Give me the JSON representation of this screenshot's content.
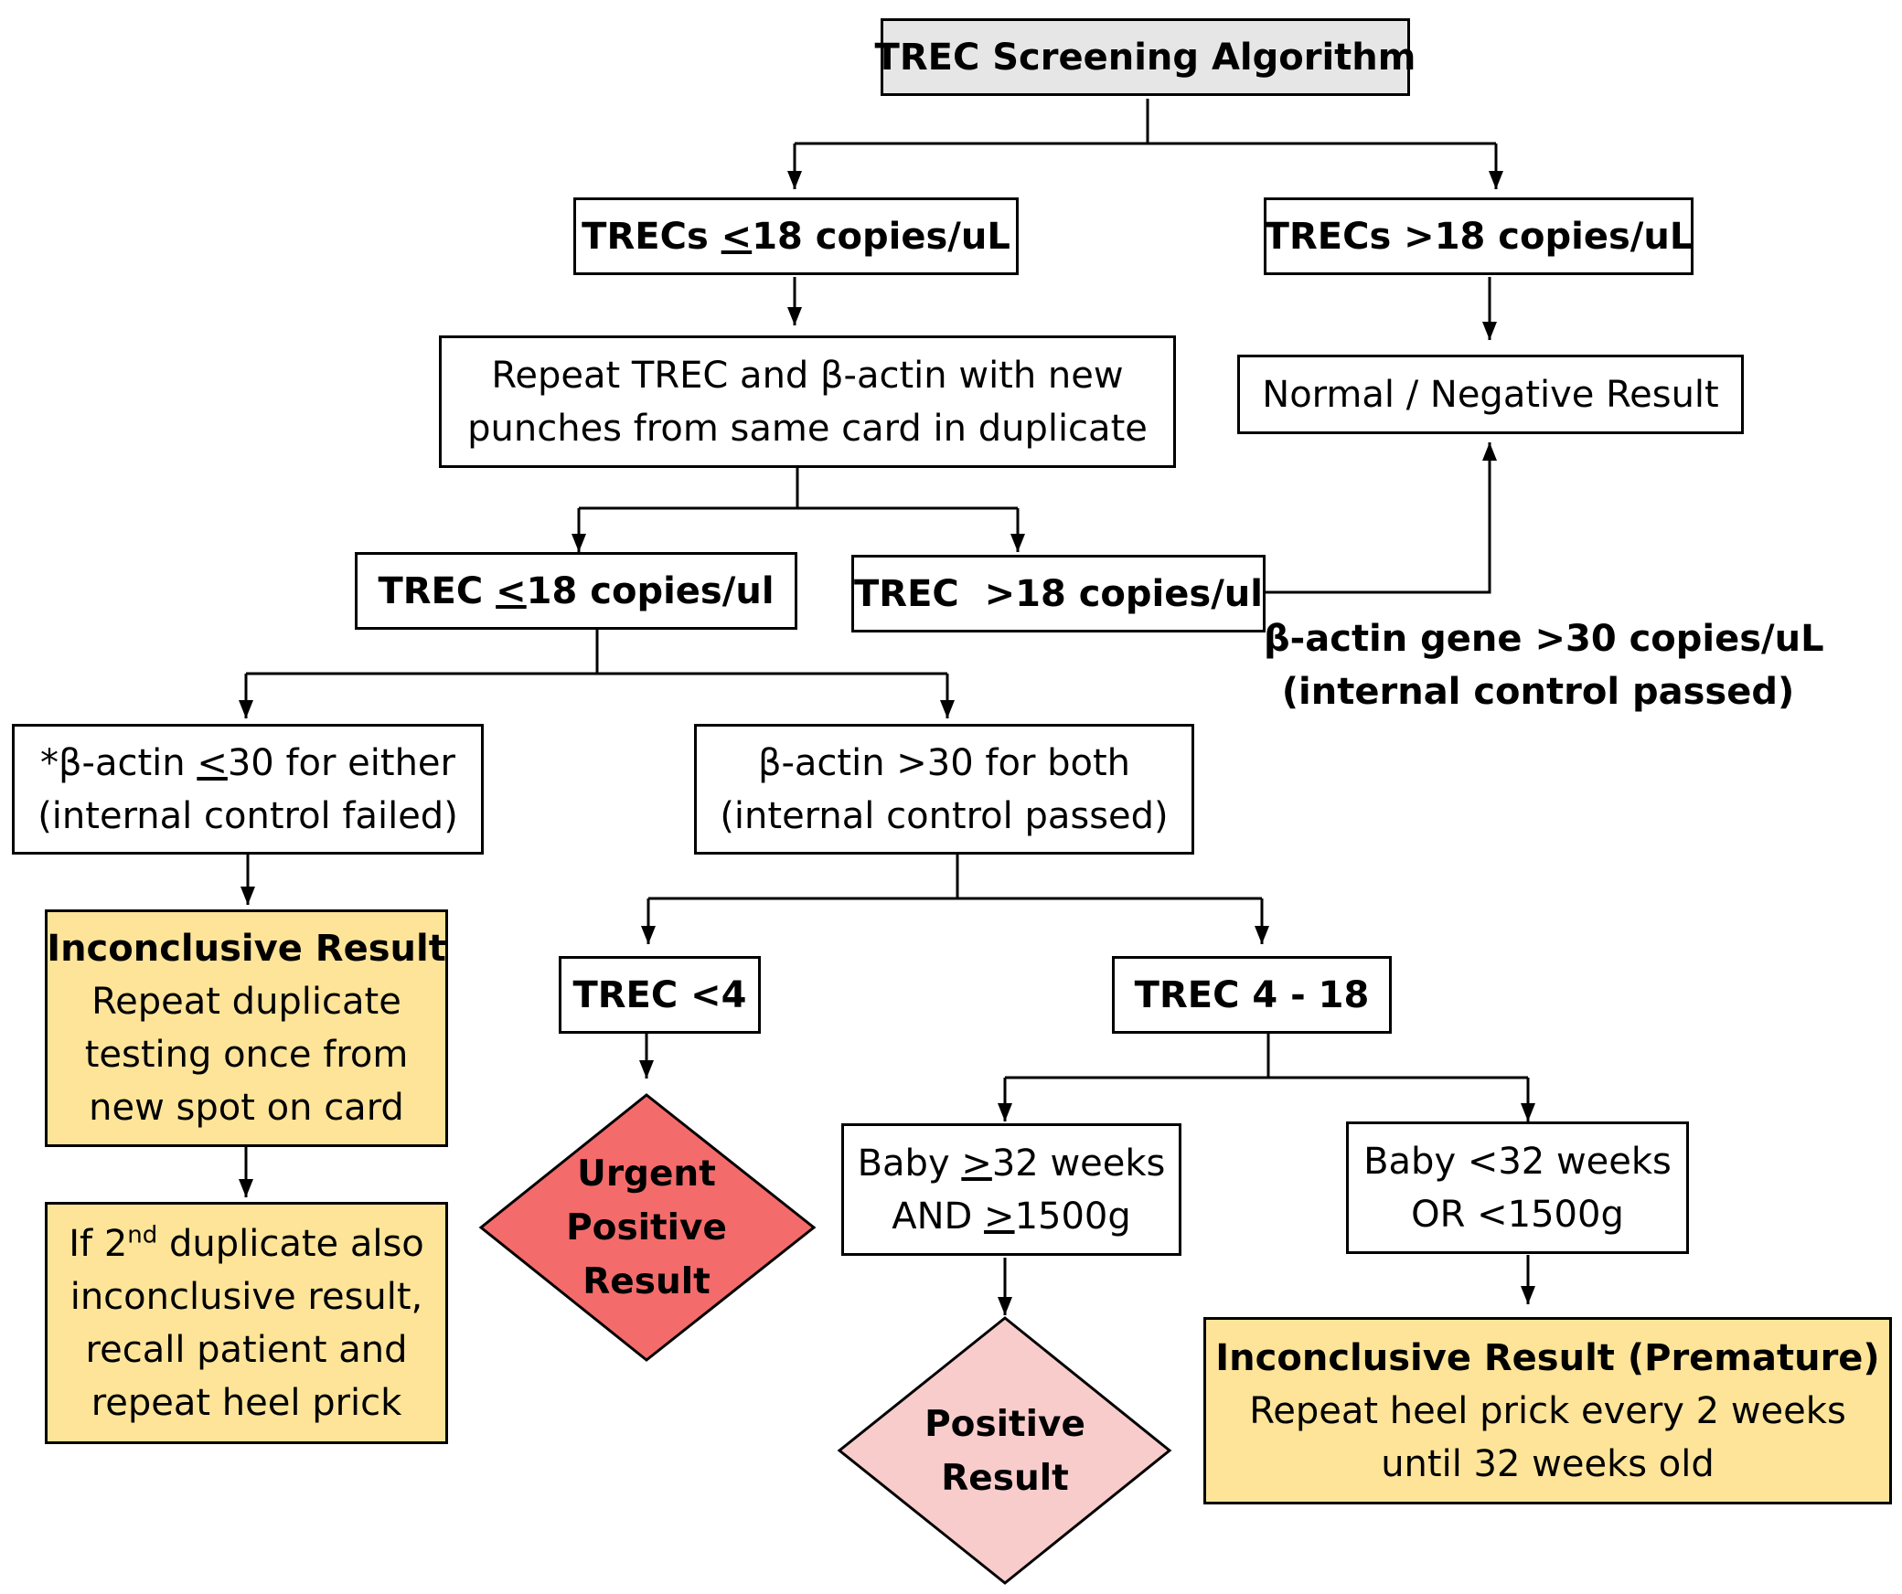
{
  "colors": {
    "title_fill": "#e6e6e6",
    "inconclusive_fill": "#fde499",
    "urgent_fill": "#f46b6b",
    "positive_fill": "#f9cccc",
    "line": "#000000"
  },
  "title": "TREC Screening Algorithm",
  "nodes": {
    "trecs_low": {
      "pre": "TRECs ",
      "sym": "<",
      "post": "18 copies/uL"
    },
    "trecs_high": "TRECs >18 copies/uL",
    "repeat": {
      "line1": "Repeat TREC and β-actin with new",
      "line2": "punches from same card in duplicate"
    },
    "normal": "Normal / Negative Result",
    "trec_low2": {
      "pre": "TREC ",
      "sym": "<",
      "post": "18 copies/ul"
    },
    "trec_high2": "TREC  >18 copies/ul",
    "control_passed_note": {
      "line1": "β-actin gene >30 copies/uL",
      "line2": "(internal control passed)"
    },
    "actin_failed": {
      "pre": "*β-actin ",
      "sym": "<",
      "post": "30 for either",
      "line2": "(internal control failed)"
    },
    "actin_passed": {
      "line1": "β-actin >30 for both",
      "line2": "(internal control passed)"
    },
    "inconclusive": {
      "heading": "Inconclusive Result",
      "line1": "Repeat duplicate",
      "line2": "testing once from",
      "line3": "new spot on card"
    },
    "recall": {
      "pre": "If 2",
      "sup": "nd",
      "post": " duplicate also",
      "line2": "inconclusive result,",
      "line3": "recall patient and",
      "line4": "repeat heel prick"
    },
    "trec_lt4": "TREC <4",
    "trec_4_18": "TREC 4 - 18",
    "urgent": {
      "line1": "Urgent",
      "line2": "Positive",
      "line3": "Result"
    },
    "baby_ge32": {
      "pre1": "Baby ",
      "sym1": ">",
      "post1": "32 weeks",
      "pre2": "AND ",
      "sym2": ">",
      "post2": "1500g"
    },
    "baby_lt32": {
      "line1": "Baby <32 weeks",
      "line2": "OR <1500g"
    },
    "positive": {
      "line1": "Positive",
      "line2": "Result"
    },
    "premature": {
      "heading": "Inconclusive Result (Premature)",
      "line1": "Repeat heel prick every 2 weeks",
      "line2": "until 32 weeks old"
    }
  }
}
